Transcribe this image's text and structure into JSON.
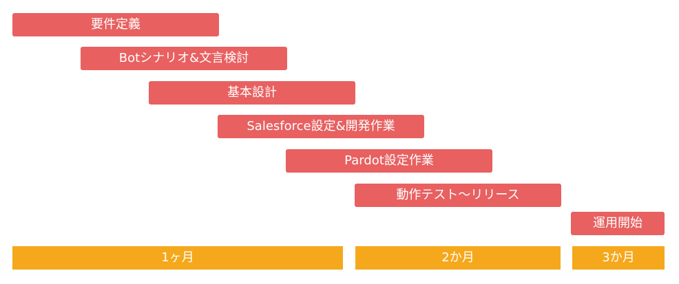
{
  "colors": {
    "task": "#e86060",
    "phase": "#f5a81c"
  },
  "tasks": [
    {
      "label": "要件定義"
    },
    {
      "label": "Botシナリオ&文言検討"
    },
    {
      "label": "基本設計"
    },
    {
      "label": "Salesforce設定&開発作業"
    },
    {
      "label": "Pardot設定作業"
    },
    {
      "label": "動作テスト〜リリース"
    },
    {
      "label": "運用開始"
    }
  ],
  "phases": [
    {
      "label": "1ヶ月"
    },
    {
      "label": "2か月"
    },
    {
      "label": "3か月"
    }
  ]
}
